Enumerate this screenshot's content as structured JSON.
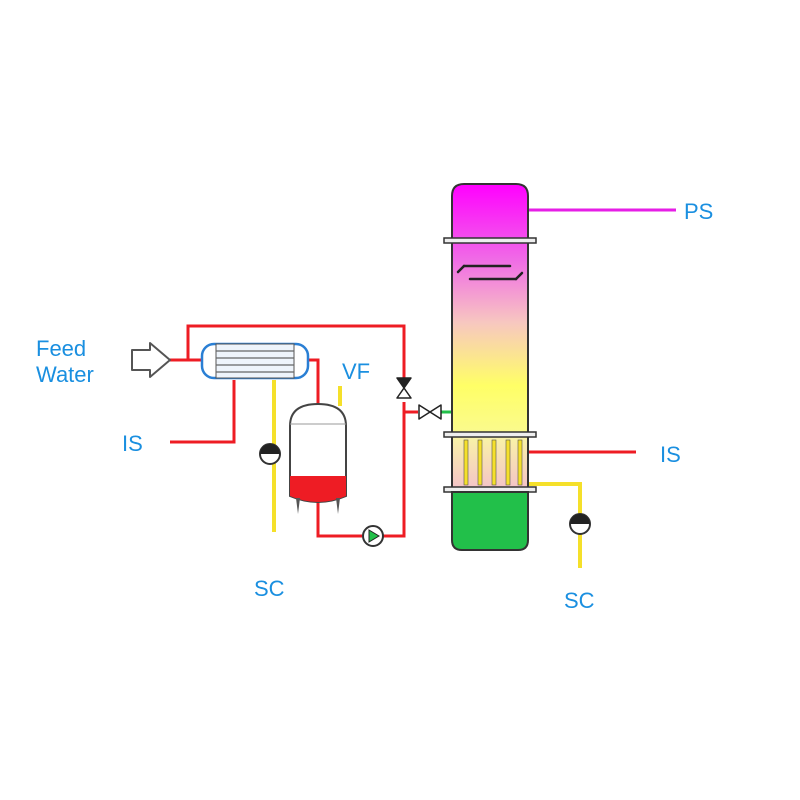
{
  "labels": {
    "feed_water": [
      "Feed",
      "Water"
    ],
    "vf": "VF",
    "is_left": "IS",
    "is_right": "IS",
    "ps": "PS",
    "sc_left": "SC",
    "sc_right": "SC"
  },
  "colors": {
    "label": "#1a8fe0",
    "steam_pipe": "#ee1c24",
    "condensate_pipe": "#f5e02a",
    "product_steam_pipe": "#e61ee6",
    "outline": "#333333",
    "exchanger_outline": "#2a7fd4",
    "liquid": "#ee1c24",
    "sump": "#22c04a",
    "vapor_top": "#ff00ff",
    "vapor_mid": "#ffff66"
  },
  "icons": {
    "feed_arrow": "arrow-right-icon",
    "pumps": "pump-icon",
    "valves": "valve-icon"
  }
}
